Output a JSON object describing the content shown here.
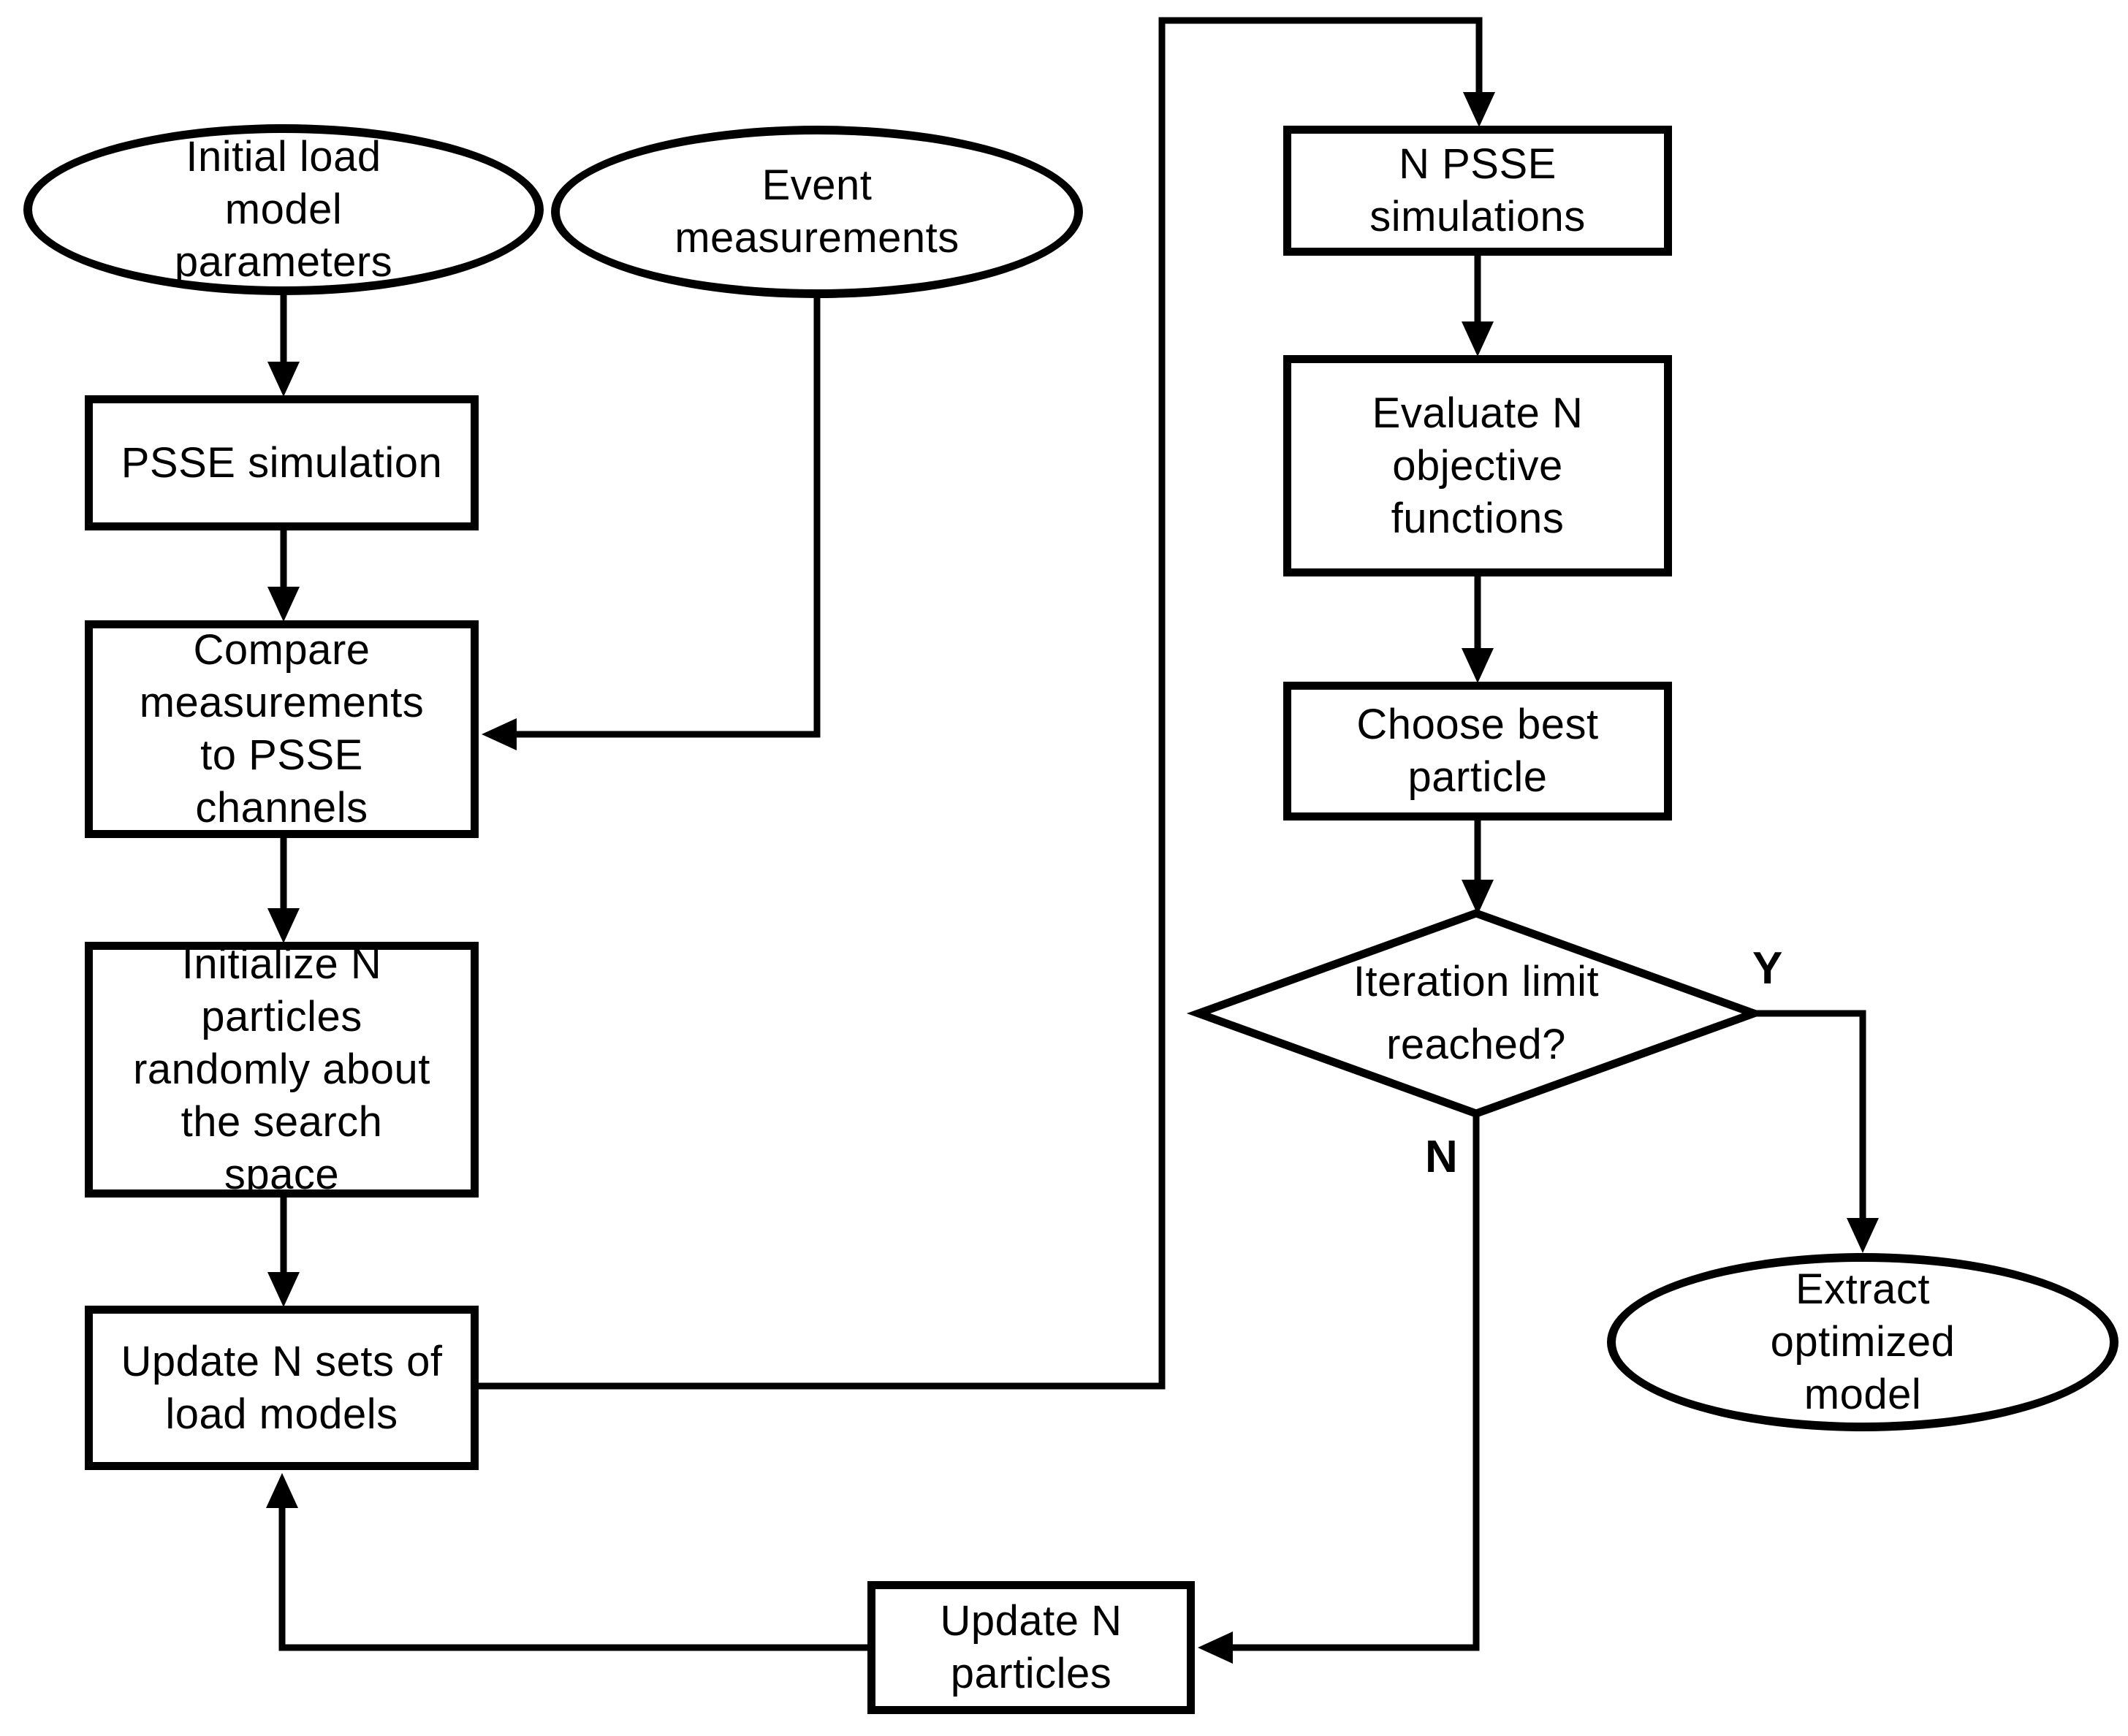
{
  "diagram_type": "flowchart",
  "colors": {
    "stroke": "#000000",
    "background": "#ffffff",
    "text": "#000000"
  },
  "nodes": {
    "initial_load": {
      "shape": "ellipse",
      "label": "Initial load\nmodel\nparameters"
    },
    "event_measurements": {
      "shape": "ellipse",
      "label": "Event\nmeasurements"
    },
    "psse_simulation": {
      "shape": "rect",
      "label": "PSSE simulation"
    },
    "compare_measurements": {
      "shape": "rect",
      "label": "Compare\nmeasurements\nto PSSE\nchannels"
    },
    "initialize_particles": {
      "shape": "rect",
      "label": "Initialize N\nparticles\nrandomly about\nthe search\nspace"
    },
    "update_load_models": {
      "shape": "rect",
      "label": "Update N sets of\nload models"
    },
    "n_psse_simulations": {
      "shape": "rect",
      "label": "N PSSE\nsimulations"
    },
    "evaluate_objectives": {
      "shape": "rect",
      "label": "Evaluate N\nobjective\nfunctions"
    },
    "choose_best_particle": {
      "shape": "rect",
      "label": "Choose best\nparticle"
    },
    "iteration_limit": {
      "shape": "diamond",
      "label": "Iteration limit\nreached?"
    },
    "extract_model": {
      "shape": "ellipse",
      "label": "Extract\noptimized\nmodel"
    },
    "update_particles": {
      "shape": "rect",
      "label": "Update N\nparticles"
    }
  },
  "branch_labels": {
    "yes": "Y",
    "no": "N"
  }
}
